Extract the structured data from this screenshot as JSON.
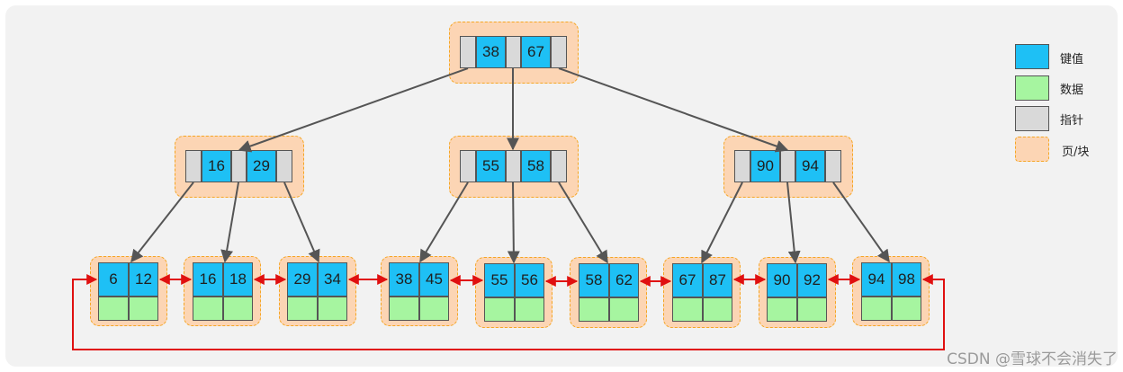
{
  "root": {
    "keys": [
      "38",
      "67"
    ]
  },
  "internal": [
    {
      "keys": [
        "16",
        "29"
      ]
    },
    {
      "keys": [
        "55",
        "58"
      ]
    },
    {
      "keys": [
        "90",
        "94"
      ]
    }
  ],
  "leaves": [
    {
      "keys": [
        "6",
        "12"
      ]
    },
    {
      "keys": [
        "16",
        "18"
      ]
    },
    {
      "keys": [
        "29",
        "34"
      ]
    },
    {
      "keys": [
        "38",
        "45"
      ]
    },
    {
      "keys": [
        "55",
        "56"
      ]
    },
    {
      "keys": [
        "58",
        "62"
      ]
    },
    {
      "keys": [
        "67",
        "87"
      ]
    },
    {
      "keys": [
        "90",
        "92"
      ]
    },
    {
      "keys": [
        "94",
        "98"
      ]
    }
  ],
  "legend": [
    {
      "label": "键值",
      "color": "#1ec0f5"
    },
    {
      "label": "数据",
      "color": "#a6f5a0"
    },
    {
      "label": "指针",
      "color": "#d9d9d9"
    },
    {
      "label": "页/块",
      "color": "#fcd5b4"
    }
  ],
  "watermark": "CSDN @雪球不会消失了",
  "colors": {
    "key": "#1ec0f5",
    "data": "#a6f5a0",
    "pointer": "#d9d9d9",
    "page": "#fcd5b4",
    "page_border": "#f5a623",
    "link_arrow": "#e01010",
    "tree_arrow": "#555555"
  }
}
